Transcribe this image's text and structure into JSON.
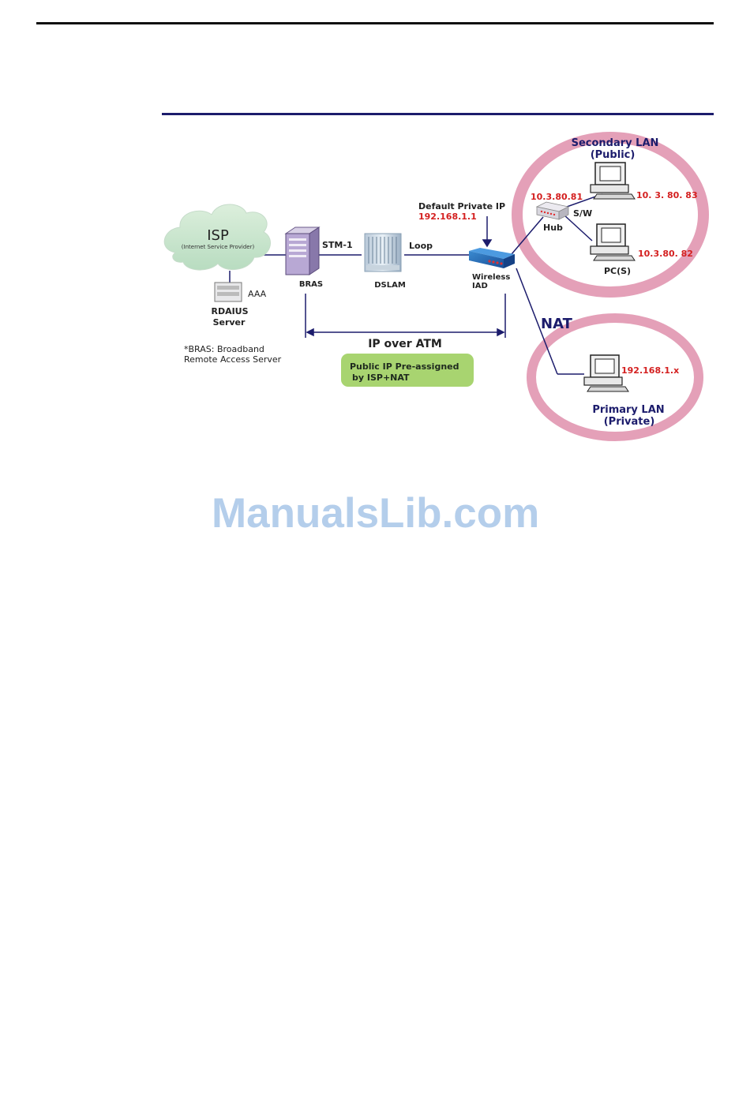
{
  "isp": {
    "title": "ISP",
    "subtitle": "(Internet Service Provider)"
  },
  "aaa_label": "AAA",
  "radius": {
    "line1": "RDAIUS",
    "line2": "Server"
  },
  "bras_note": {
    "line1": "*BRAS: Broadband",
    "line2": "Remote Access Server"
  },
  "bras_label": "BRAS",
  "stm_label": "STM-1",
  "dslam_label": "DSLAM",
  "loop_label": "Loop",
  "default_ip": {
    "label": "Default Private IP",
    "value": "192.168.1.1"
  },
  "iad": {
    "line1": "Wireless",
    "line2": "IAD"
  },
  "ip_over_atm": "IP over ATM",
  "public_ip_box": {
    "line1": "Public IP Pre-assigned",
    "line2": "by ISP+NAT"
  },
  "secondary_lan": {
    "line1": "Secondary LAN",
    "line2": "(Public)"
  },
  "hub_label": "Hub",
  "sw_label": "S/W",
  "pcs_label": "PC(S)",
  "ip_81": "10.3.80.81",
  "ip_83": "10. 3. 80. 83",
  "ip_82": "10.3.80. 82",
  "nat_label": "NAT",
  "private_ip": "192.168.1.x",
  "primary_lan": {
    "line1": "Primary LAN",
    "line2": "(Private)"
  },
  "watermark": "ManualsLib.com",
  "colors": {
    "navy": "#1c1c6c",
    "red": "#d42020",
    "pink": "#e4a0b8",
    "green": "#a8d470"
  }
}
